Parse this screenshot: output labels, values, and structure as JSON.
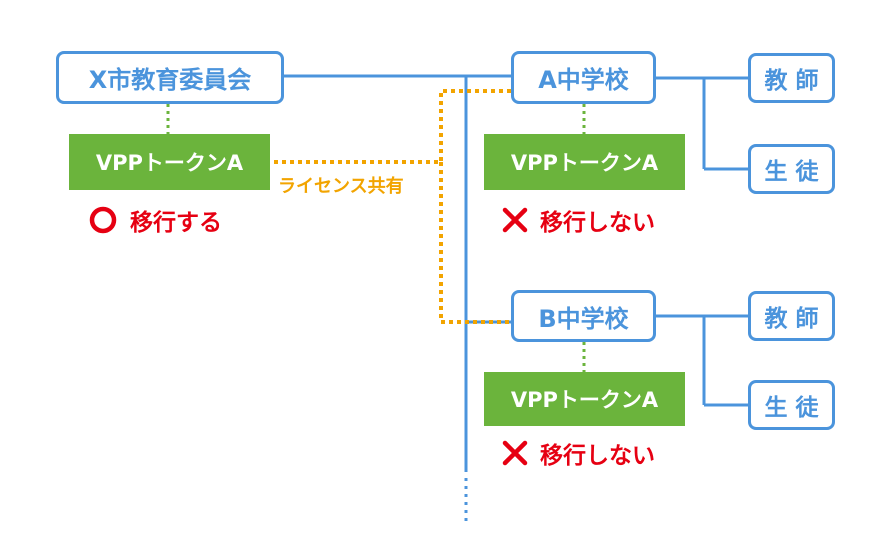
{
  "colors": {
    "blue": "#4b94dc",
    "green": "#6bb43c",
    "orange": "#f2a400",
    "red": "#e60012"
  },
  "board": {
    "label": "X市教育委員会",
    "token_label": "VPPトークンA",
    "status_label": "移行する",
    "status_icon": "circle-icon"
  },
  "share_label": "ライセンス共有",
  "schools": [
    {
      "label": "A中学校",
      "token_label": "VPPトークンA",
      "status_label": "移行しない",
      "status_icon": "cross-icon",
      "children": [
        {
          "label": "教 師"
        },
        {
          "label": "生 徒"
        }
      ]
    },
    {
      "label": "B中学校",
      "token_label": "VPPトークンA",
      "status_label": "移行しない",
      "status_icon": "cross-icon",
      "children": [
        {
          "label": "教 師"
        },
        {
          "label": "生 徒"
        }
      ]
    }
  ]
}
